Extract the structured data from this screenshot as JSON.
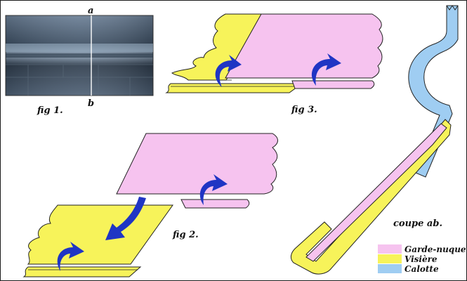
{
  "photo_labels": {
    "a": "a",
    "b": "b"
  },
  "figures": {
    "fig1": "fig 1.",
    "fig2": "fig 2.",
    "fig3": "fig 3.",
    "section": "coupe ab."
  },
  "legend": [
    {
      "label": "Garde-nuque",
      "color": "#f6c3ef"
    },
    {
      "label": "Visière",
      "color": "#f7f35a"
    },
    {
      "label": "Calotte",
      "color": "#9fcdf2"
    }
  ],
  "colors": {
    "garde_nuque": "#f6c3ef",
    "visiere": "#f7f35a",
    "calotte": "#9fcdf2",
    "arrow": "#1f35c4",
    "outline": "#222222"
  }
}
